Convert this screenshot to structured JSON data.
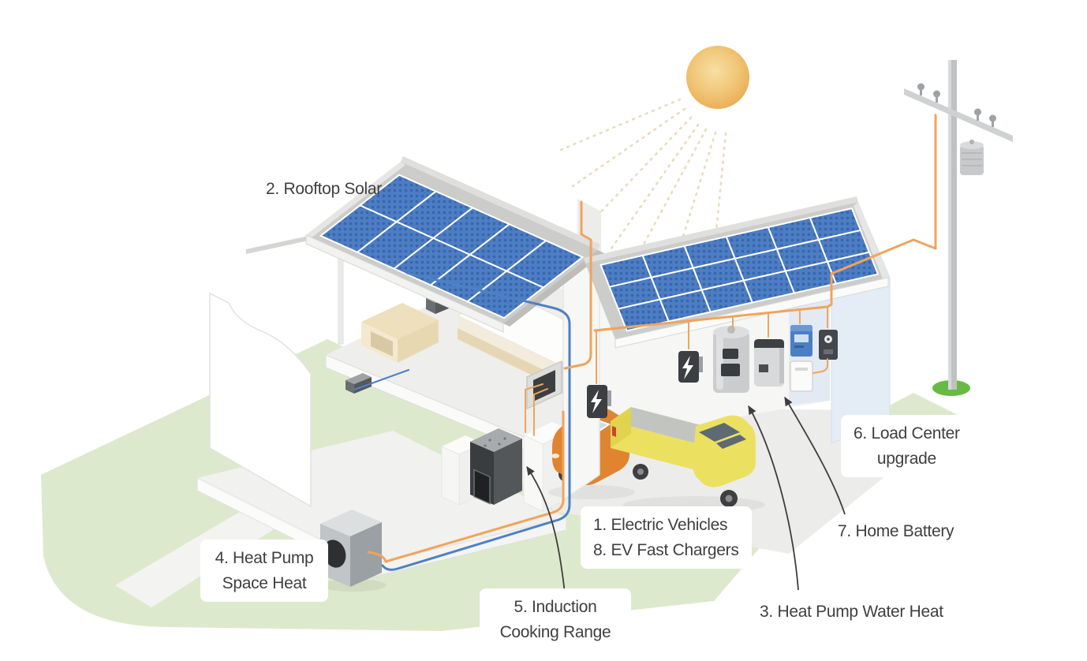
{
  "labels": {
    "electric_vehicles": "1. Electric Vehicles",
    "ev_fast_chargers": "8. EV Fast Chargers",
    "rooftop_solar": "2. Rooftop Solar",
    "heat_pump_water_heat": "3. Heat Pump Water Heat",
    "heat_pump_space": {
      "l1": "4. Heat Pump",
      "l2": "Space Heat"
    },
    "induction": {
      "l1": "5. Induction",
      "l2": "Cooking Range"
    },
    "load_center": {
      "l1": "6. Load Center",
      "l2": "upgrade"
    },
    "home_battery": "7. Home Battery"
  },
  "measures": [
    {
      "number": "1",
      "name": "Electric Vehicles"
    },
    {
      "number": "2",
      "name": "Rooftop Solar"
    },
    {
      "number": "3",
      "name": "Heat Pump Water Heat"
    },
    {
      "number": "4",
      "name": "Heat Pump Space Heat"
    },
    {
      "number": "5",
      "name": "Induction Cooking Range"
    },
    {
      "number": "6",
      "name": "Load Center upgrade"
    },
    {
      "number": "7",
      "name": "Home Battery"
    },
    {
      "number": "8",
      "name": "EV Fast Chargers"
    }
  ],
  "colors": {
    "wire_orange": "#F0A45C",
    "wire_blue": "#4E81C4",
    "solar_panel_blue": "#4D7EC5",
    "roof_gray": "#CCCCCA",
    "grass_green": "#DDE9CC",
    "pole_base_green": "#67BB45",
    "sun_yellow": "#EEBE62",
    "car_orange": "#E08430",
    "truck_yellow": "#ECE061",
    "label_text": "#3F3F3F"
  }
}
